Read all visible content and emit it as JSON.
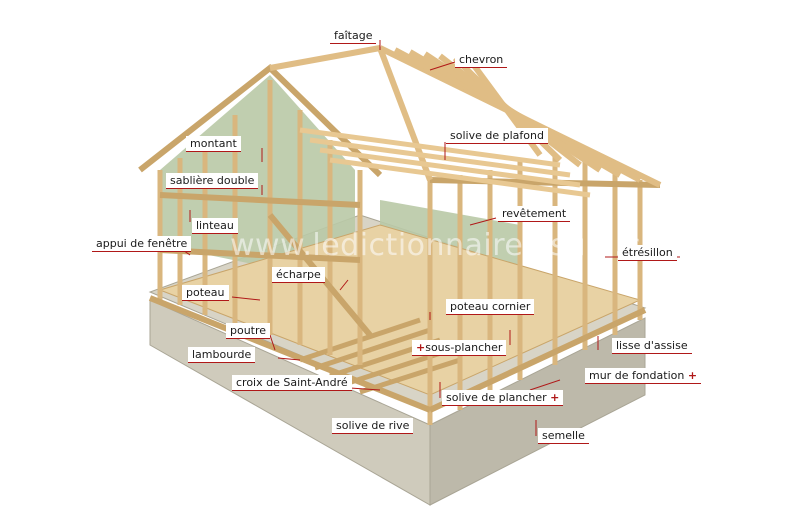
{
  "watermark": "www.ledictionnairevisuel.com",
  "colors": {
    "wood": "#e8c892",
    "wood_dark": "#c9a56a",
    "wall": "#b9c9a6",
    "concrete": "#cfcbbc",
    "concrete_dark": "#a9a595",
    "leader": "#b01818"
  },
  "labels": {
    "faitage": "faîtage",
    "chevron": "chevron",
    "solive_plafond": "solive de plafond",
    "montant": "montant",
    "sabliere_double": "sablière double",
    "revetement": "revêtement",
    "linteau": "linteau",
    "appui_fenetre": "appui de fenêtre",
    "etresillon": "étrésillon",
    "echarpe": "écharpe",
    "poteau": "poteau",
    "poteau_cornier": "poteau cornier",
    "poutre": "poutre",
    "sous_plancher": "sous-plancher",
    "lisse_assise": "lisse d'assise",
    "lambourde": "lambourde",
    "mur_fondation": "mur de fondation",
    "croix_saint_andre": "croix de Saint-André",
    "solive_plancher": "solive de plancher",
    "solive_rive": "solive de rive",
    "semelle": "semelle",
    "plus_sign": "+"
  }
}
